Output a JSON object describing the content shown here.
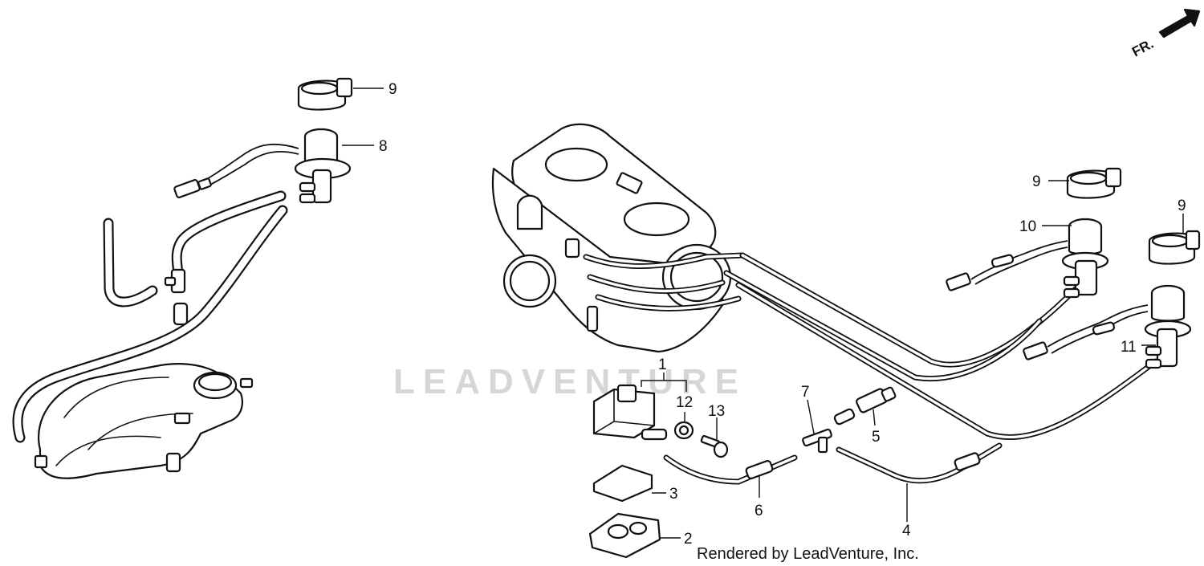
{
  "diagram": {
    "callouts": [
      "1",
      "2",
      "3",
      "4",
      "5",
      "6",
      "7",
      "8",
      "9",
      "9",
      "9",
      "10",
      "11",
      "12",
      "13"
    ],
    "direction_label": "FR.",
    "watermark": "LEADVENTURE",
    "credit": "Rendered by LeadVenture, Inc."
  }
}
